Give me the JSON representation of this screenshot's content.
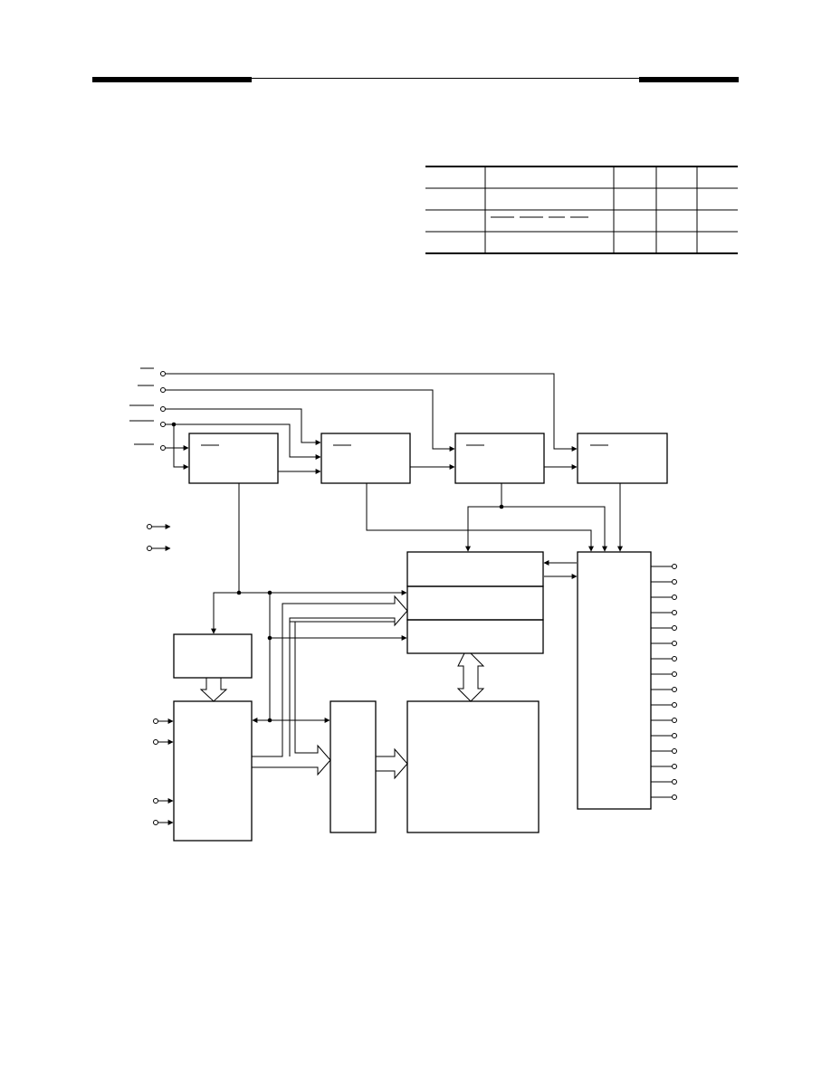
{
  "header": {},
  "table": {
    "columns": [
      "",
      "",
      "",
      "",
      ""
    ],
    "rows": [
      [
        "",
        "",
        "",
        "",
        ""
      ],
      [
        "",
        "",
        "",
        "",
        ""
      ],
      [
        "",
        "",
        "",
        "",
        ""
      ]
    ]
  },
  "diagram": {
    "blocks": [
      {
        "id": "block-1",
        "label": ""
      },
      {
        "id": "block-2",
        "label": ""
      },
      {
        "id": "block-3",
        "label": ""
      },
      {
        "id": "block-4",
        "label": ""
      },
      {
        "id": "block-5",
        "label": ""
      },
      {
        "id": "block-6",
        "label": ""
      },
      {
        "id": "block-7",
        "label": ""
      },
      {
        "id": "block-8",
        "label": ""
      },
      {
        "id": "block-9",
        "label": ""
      },
      {
        "id": "block-10",
        "label": ""
      },
      {
        "id": "block-11",
        "label": ""
      },
      {
        "id": "block-12",
        "label": ""
      },
      {
        "id": "block-13",
        "label": ""
      }
    ],
    "right_pin_count": 16
  }
}
